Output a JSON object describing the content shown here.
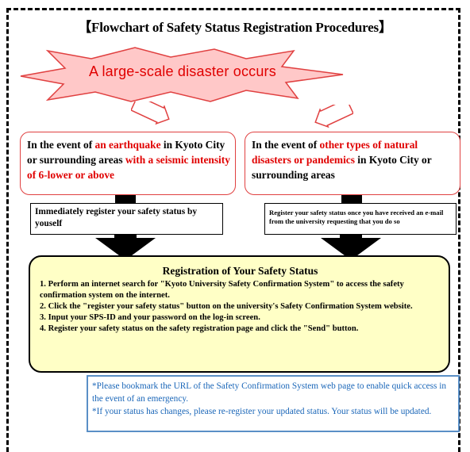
{
  "title": "【Flowchart of Safety Status Registration Procedures】",
  "disaster": "A large-scale disaster occurs",
  "left_case": {
    "pre": "In the event of ",
    "highlight1": "an earthquake",
    "mid": " in Kyoto City or surrounding areas ",
    "highlight2": "with a seismic intensity of 6-lower or above"
  },
  "right_case": {
    "pre": "In the event of ",
    "highlight1": "other types of natural disasters or pandemics",
    "mid": " in Kyoto City or surrounding areas"
  },
  "left_action": "Immediately register your safety status by youself",
  "right_action": "Register your safety status once you have received an e-mail from the university requesting that you do so",
  "registration": {
    "title": "Registration of Your Safety Status",
    "steps": [
      "1. Perform an internet search for \"Kyoto University Safety Confirmation System\" to access the safety confirmation system on the internet.",
      "2. Click the \"register your safety status\" button on the university's Safety Confirmation System website.",
      "3. Input your SPS-ID and your password on the log-in screen.",
      "4. Register your safety status on the safety registration page and click the \"Send\" button."
    ]
  },
  "notes": [
    "*Please bookmark the URL of the Safety Confirmation System web page to enable quick access in the event of an emergency.",
    "*If your status has changes, please re-register your updated status. Your status will be updated."
  ],
  "colors": {
    "red": "#e00000",
    "burst_fill": "#ffc8c8",
    "reg_fill": "#ffffc6",
    "note_border": "#5a8fc6",
    "note_text": "#1a66b8"
  }
}
